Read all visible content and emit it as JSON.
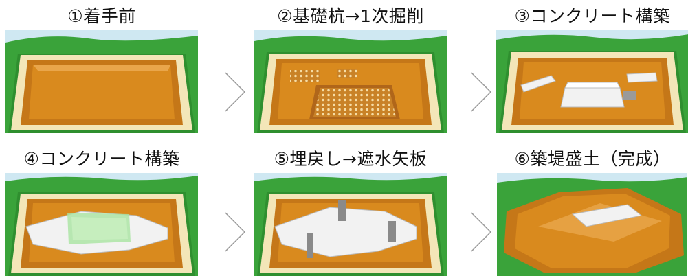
{
  "steps": [
    {
      "title": "①着手前"
    },
    {
      "title": "②基礎杭→1次掘削"
    },
    {
      "title": "③コンクリート構築"
    },
    {
      "title": "④コンクリート構築"
    },
    {
      "title": "⑤埋戻し→遮水矢板"
    },
    {
      "title": "⑥築堤盛土（完成）"
    }
  ],
  "colors": {
    "grass": "#3aa33a",
    "soil": "#d98a1e",
    "rim": "#f3e6b8",
    "sky": "#cfe8f2",
    "concrete": "#f2f2f2",
    "arrow": "#999999"
  }
}
